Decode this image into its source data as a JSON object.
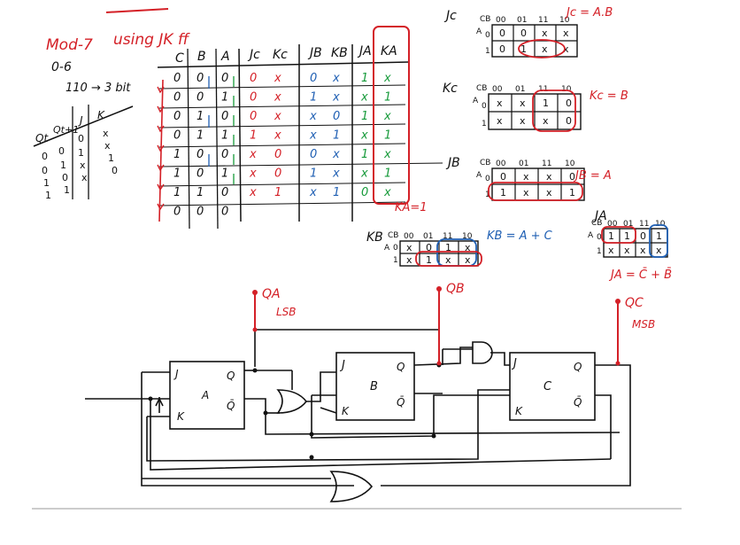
{
  "colors": {
    "red": "#d42027",
    "blue": "#1f5fb3",
    "green": "#169a3a",
    "black": "#111111"
  },
  "notes": {
    "mod": "Mod-7",
    "title": "using JK ff",
    "range": "0-6",
    "bits": "110 → 3 bit"
  },
  "excitation": {
    "headers": [
      "Qt",
      "Qt+1",
      "J",
      "K"
    ],
    "rows": [
      [
        "0",
        "0",
        "0",
        "x"
      ],
      [
        "0",
        "1",
        "1",
        "x"
      ],
      [
        "1",
        "0",
        "x",
        "1"
      ],
      [
        "1",
        "1",
        "x",
        "0"
      ]
    ]
  },
  "state_table": {
    "headers": [
      "C",
      "B",
      "A",
      "Jc",
      "Kc",
      "JB",
      "KB",
      "JA",
      "KA"
    ],
    "rows": [
      [
        "0",
        "0",
        "0",
        "0",
        "x",
        "0",
        "x",
        "1",
        "x"
      ],
      [
        "0",
        "0",
        "1",
        "0",
        "x",
        "1",
        "x",
        "x",
        "1"
      ],
      [
        "0",
        "1",
        "0",
        "0",
        "x",
        "x",
        "0",
        "1",
        "x"
      ],
      [
        "0",
        "1",
        "1",
        "1",
        "x",
        "x",
        "1",
        "x",
        "1"
      ],
      [
        "1",
        "0",
        "0",
        "x",
        "0",
        "0",
        "x",
        "1",
        "x"
      ],
      [
        "1",
        "0",
        "1",
        "x",
        "0",
        "1",
        "x",
        "x",
        "1"
      ],
      [
        "1",
        "1",
        "0",
        "x",
        "1",
        "x",
        "1",
        "0",
        "x"
      ],
      [
        "0",
        "0",
        "0",
        "",
        "",
        "",
        "",
        "",
        ""
      ]
    ],
    "ka_result": "KA=1"
  },
  "kmaps": [
    {
      "name": "Jc",
      "corner": "CB",
      "rowvar": "A",
      "cols": [
        "00",
        "01",
        "11",
        "10"
      ],
      "grid": [
        [
          "0",
          "0",
          "x",
          "x"
        ],
        [
          "0",
          "1",
          "x",
          "x"
        ]
      ],
      "result": "Jc = A.B"
    },
    {
      "name": "Kc",
      "corner": "CB",
      "rowvar": "A",
      "cols": [
        "00",
        "01",
        "11",
        "10"
      ],
      "grid": [
        [
          "x",
          "x",
          "1",
          "0"
        ],
        [
          "x",
          "x",
          "x",
          "0"
        ]
      ],
      "result": "Kc = B"
    },
    {
      "name": "JB",
      "corner": "CB",
      "rowvar": "A",
      "cols": [
        "00",
        "01",
        "11",
        "10"
      ],
      "grid": [
        [
          "0",
          "x",
          "x",
          "0"
        ],
        [
          "1",
          "x",
          "x",
          "1"
        ]
      ],
      "result": "JB = A"
    },
    {
      "name": "KB",
      "corner": "CB",
      "rowvar": "A",
      "cols": [
        "00",
        "01",
        "11",
        "10"
      ],
      "grid": [
        [
          "x",
          "0",
          "1",
          "x"
        ],
        [
          "x",
          "1",
          "x",
          "x"
        ]
      ],
      "result": "KB = A + C"
    },
    {
      "name": "JA",
      "corner": "CB",
      "rowvar": "A",
      "cols": [
        "00",
        "01",
        "11",
        "10"
      ],
      "grid": [
        [
          "1",
          "1",
          "0",
          "1"
        ],
        [
          "x",
          "x",
          "x",
          "x"
        ]
      ],
      "result": "JA = C̄ + B̄"
    }
  ],
  "circuit": {
    "ff_A": {
      "j": "J",
      "k": "K",
      "name": "A",
      "q": "Q",
      "qbar": "Q̄"
    },
    "ff_B": {
      "j": "J",
      "k": "K",
      "name": "B",
      "q": "Q",
      "qbar": "Q̄"
    },
    "ff_C": {
      "j": "J",
      "k": "K",
      "name": "C",
      "q": "Q",
      "qbar": "Q̄"
    },
    "out_A": "QA",
    "out_A_note": "LSB",
    "out_B": "QB",
    "out_C": "QC",
    "out_C_note": "MSB"
  }
}
